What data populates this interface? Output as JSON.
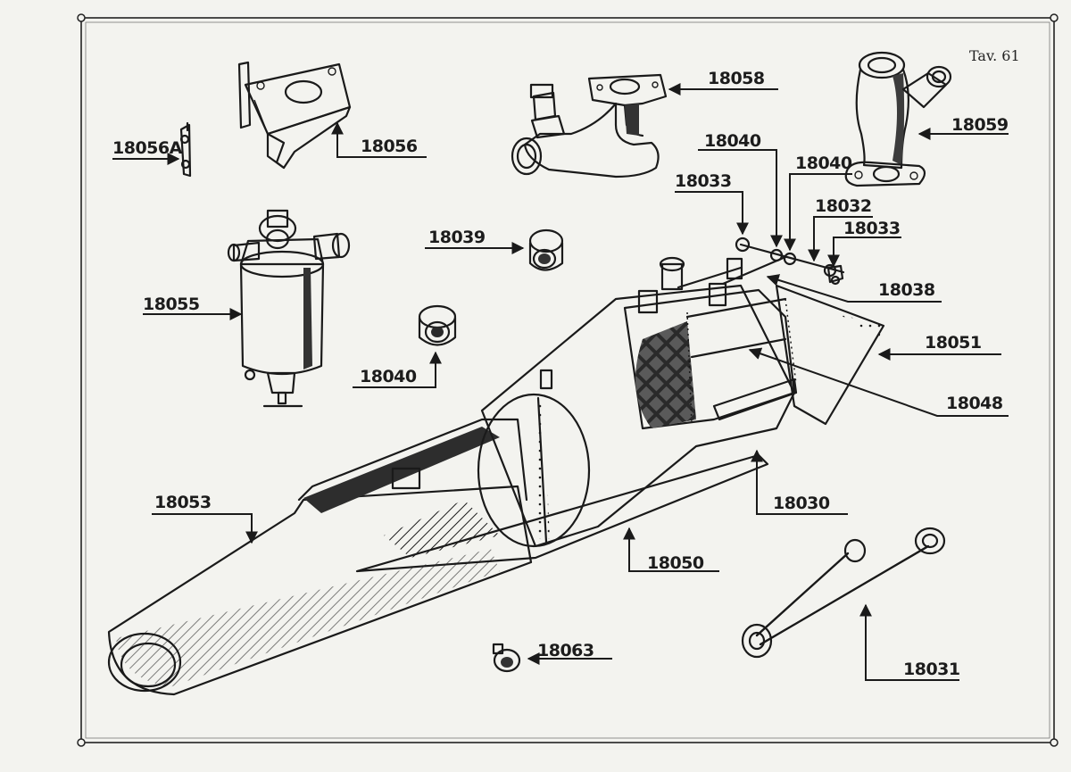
{
  "plate": {
    "label": "Tav. 61",
    "background": "#f3f3ef",
    "ink": "#1a1a1a"
  },
  "callouts": {
    "c18056A": "18056A",
    "c18056": "18056",
    "c18058": "18058",
    "c18059": "18059",
    "c18040_top": "18040",
    "c18040_mid": "18040",
    "c18033_left": "18033",
    "c18032": "18032",
    "c18033_right": "18033",
    "c18038": "18038",
    "c18039": "18039",
    "c18055": "18055",
    "c18040_left": "18040",
    "c18051": "18051",
    "c18048": "18048",
    "c18053": "18053",
    "c18030": "18030",
    "c18050": "18050",
    "c18063": "18063",
    "c18031": "18031"
  }
}
